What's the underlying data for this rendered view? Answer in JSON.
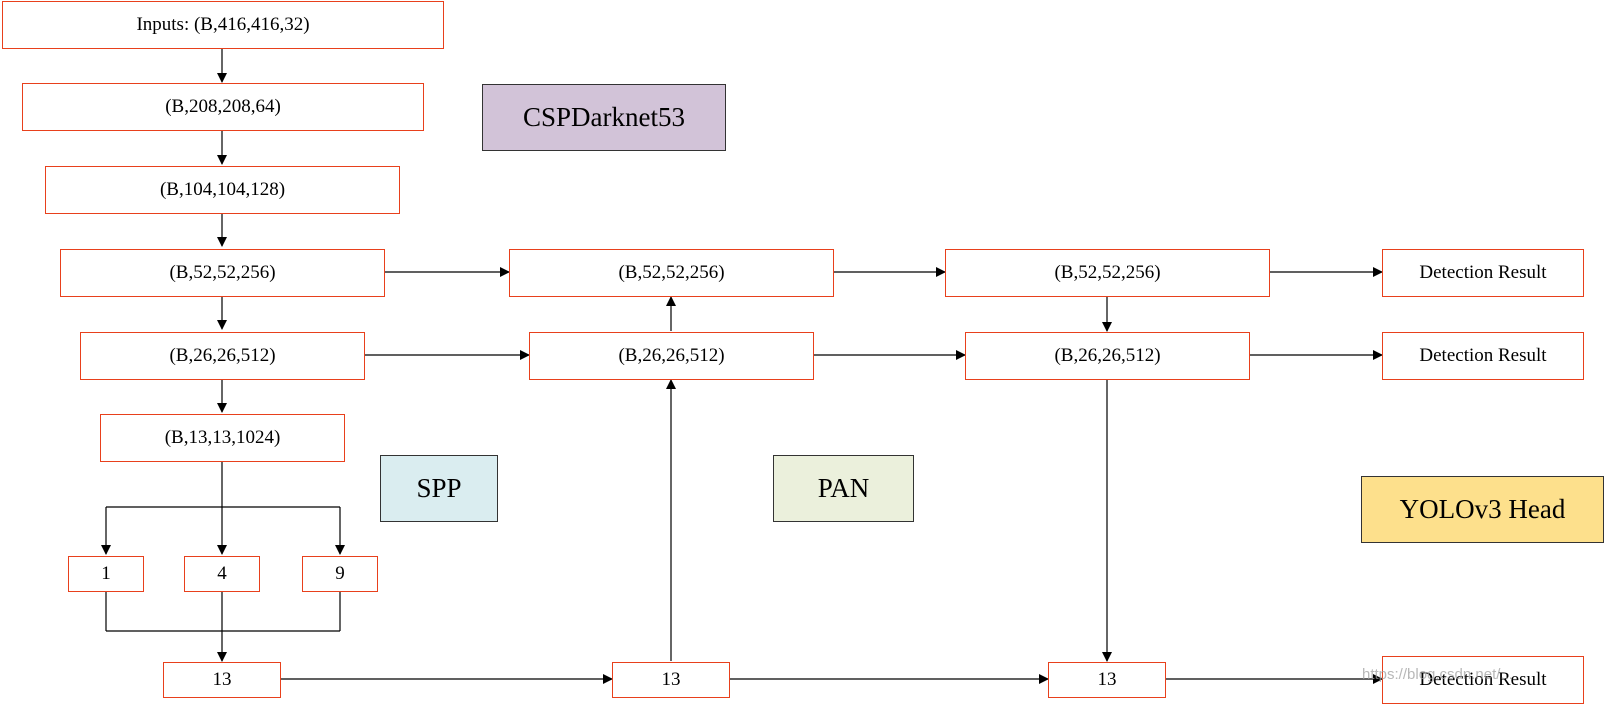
{
  "nodes": {
    "inputs": "Inputs: (B,416,416,32)",
    "b208": "(B,208,208,64)",
    "b104": "(B,104,104,128)",
    "b52": "(B,52,52,256)",
    "b26": "(B,26,26,512)",
    "b13": "(B,13,13,1024)",
    "pool1": "1",
    "pool4": "4",
    "pool9": "9",
    "spp13": "13",
    "pan_b52": "(B,52,52,256)",
    "pan_b26": "(B,26,26,512)",
    "pan_13": "13",
    "head_b52": "(B,52,52,256)",
    "head_b26": "(B,26,26,512)",
    "head_13": "13",
    "det1": "Detection Result",
    "det2": "Detection Result",
    "det3": "Detection Result"
  },
  "legend": {
    "cspdarknet": "CSPDarknet53",
    "spp": "SPP",
    "pan": "PAN",
    "yolo_head": "YOLOv3 Head"
  },
  "colors": {
    "node_border": "#e8401c",
    "cspdarknet_fill": "#d2c3d8",
    "spp_fill": "#daedf0",
    "pan_fill": "#ebf0dc",
    "yolo_head_fill": "#fde08c"
  },
  "watermark": "https://blog.csdn.net/..."
}
